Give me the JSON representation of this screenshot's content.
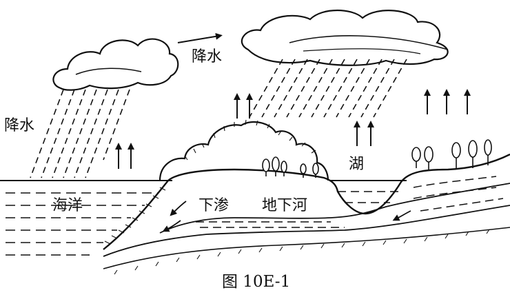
{
  "labels": {
    "rain_left": "降水",
    "rain_arrow": "降水",
    "ocean": "海洋",
    "seepage": "下渗",
    "underground_river": "地下河",
    "lake": "湖"
  },
  "caption": "图 10E-1",
  "colors": {
    "ink": "#111111",
    "background": "#ffffff"
  }
}
